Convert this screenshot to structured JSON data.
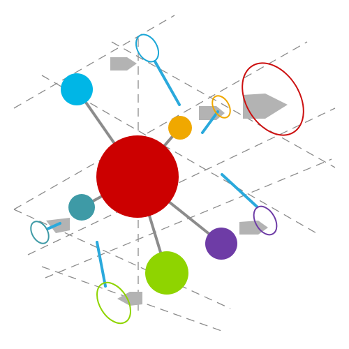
{
  "palette": {
    "hub": "#cc0000",
    "grid": "#8c8c8c",
    "spoke": "#8c8c8c",
    "shape": "#b3b3b3",
    "handle": "#2aa9dc"
  },
  "hub": {
    "color": "#cc0000"
  },
  "nodes": [
    {
      "id": "cyan",
      "color": "#00b6e6",
      "ring": "#1aa6d6"
    },
    {
      "id": "orange",
      "color": "#f0a800",
      "ring": "#f0a800"
    },
    {
      "id": "teal",
      "color": "#3e9aa6",
      "ring": "#3e9aa6"
    },
    {
      "id": "purple",
      "color": "#6e3ca6",
      "ring": "#6e3ca6"
    },
    {
      "id": "green",
      "color": "#8fd400",
      "ring": "#8fd400"
    }
  ],
  "highlight": {
    "ring": "#cc1010"
  }
}
